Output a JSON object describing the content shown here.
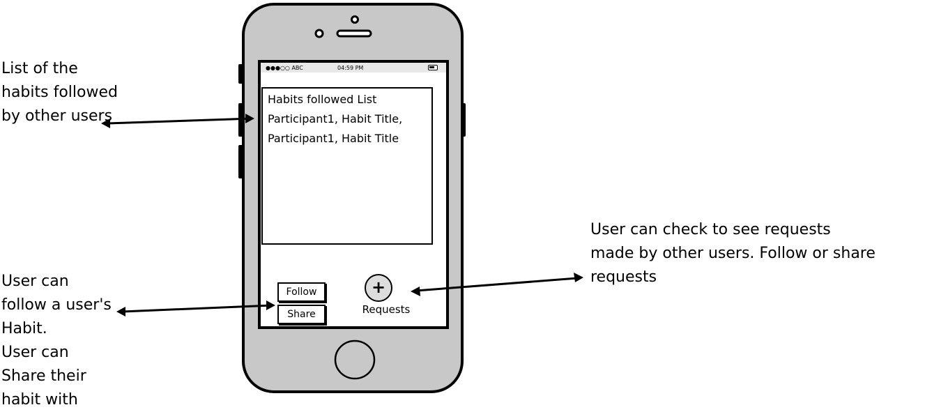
{
  "annotations": {
    "habits_list": "List of the\nhabits followed\nby other users",
    "follow_share": "User can\nfollow a user's\nHabit.\nUser can\nShare their\nhabit with",
    "requests": "User can check to see requests\nmade by other users. Follow or share\nrequests"
  },
  "phone": {
    "status_bar": {
      "carrier": "●●●○○ ABC",
      "time": "04:59 PM",
      "battery_icon": "battery-icon"
    },
    "habit_list": {
      "title": "Habits followed List",
      "items": [
        "Participant1, Habit Title,",
        "Participant1, Habit Title"
      ]
    },
    "buttons": {
      "follow": "Follow",
      "share": "Share"
    },
    "requests": {
      "icon": "plus-icon",
      "label": "Requests"
    }
  },
  "colors": {
    "phone_body": "#c8c8c8",
    "screen": "#ffffff",
    "stroke": "#000000"
  }
}
